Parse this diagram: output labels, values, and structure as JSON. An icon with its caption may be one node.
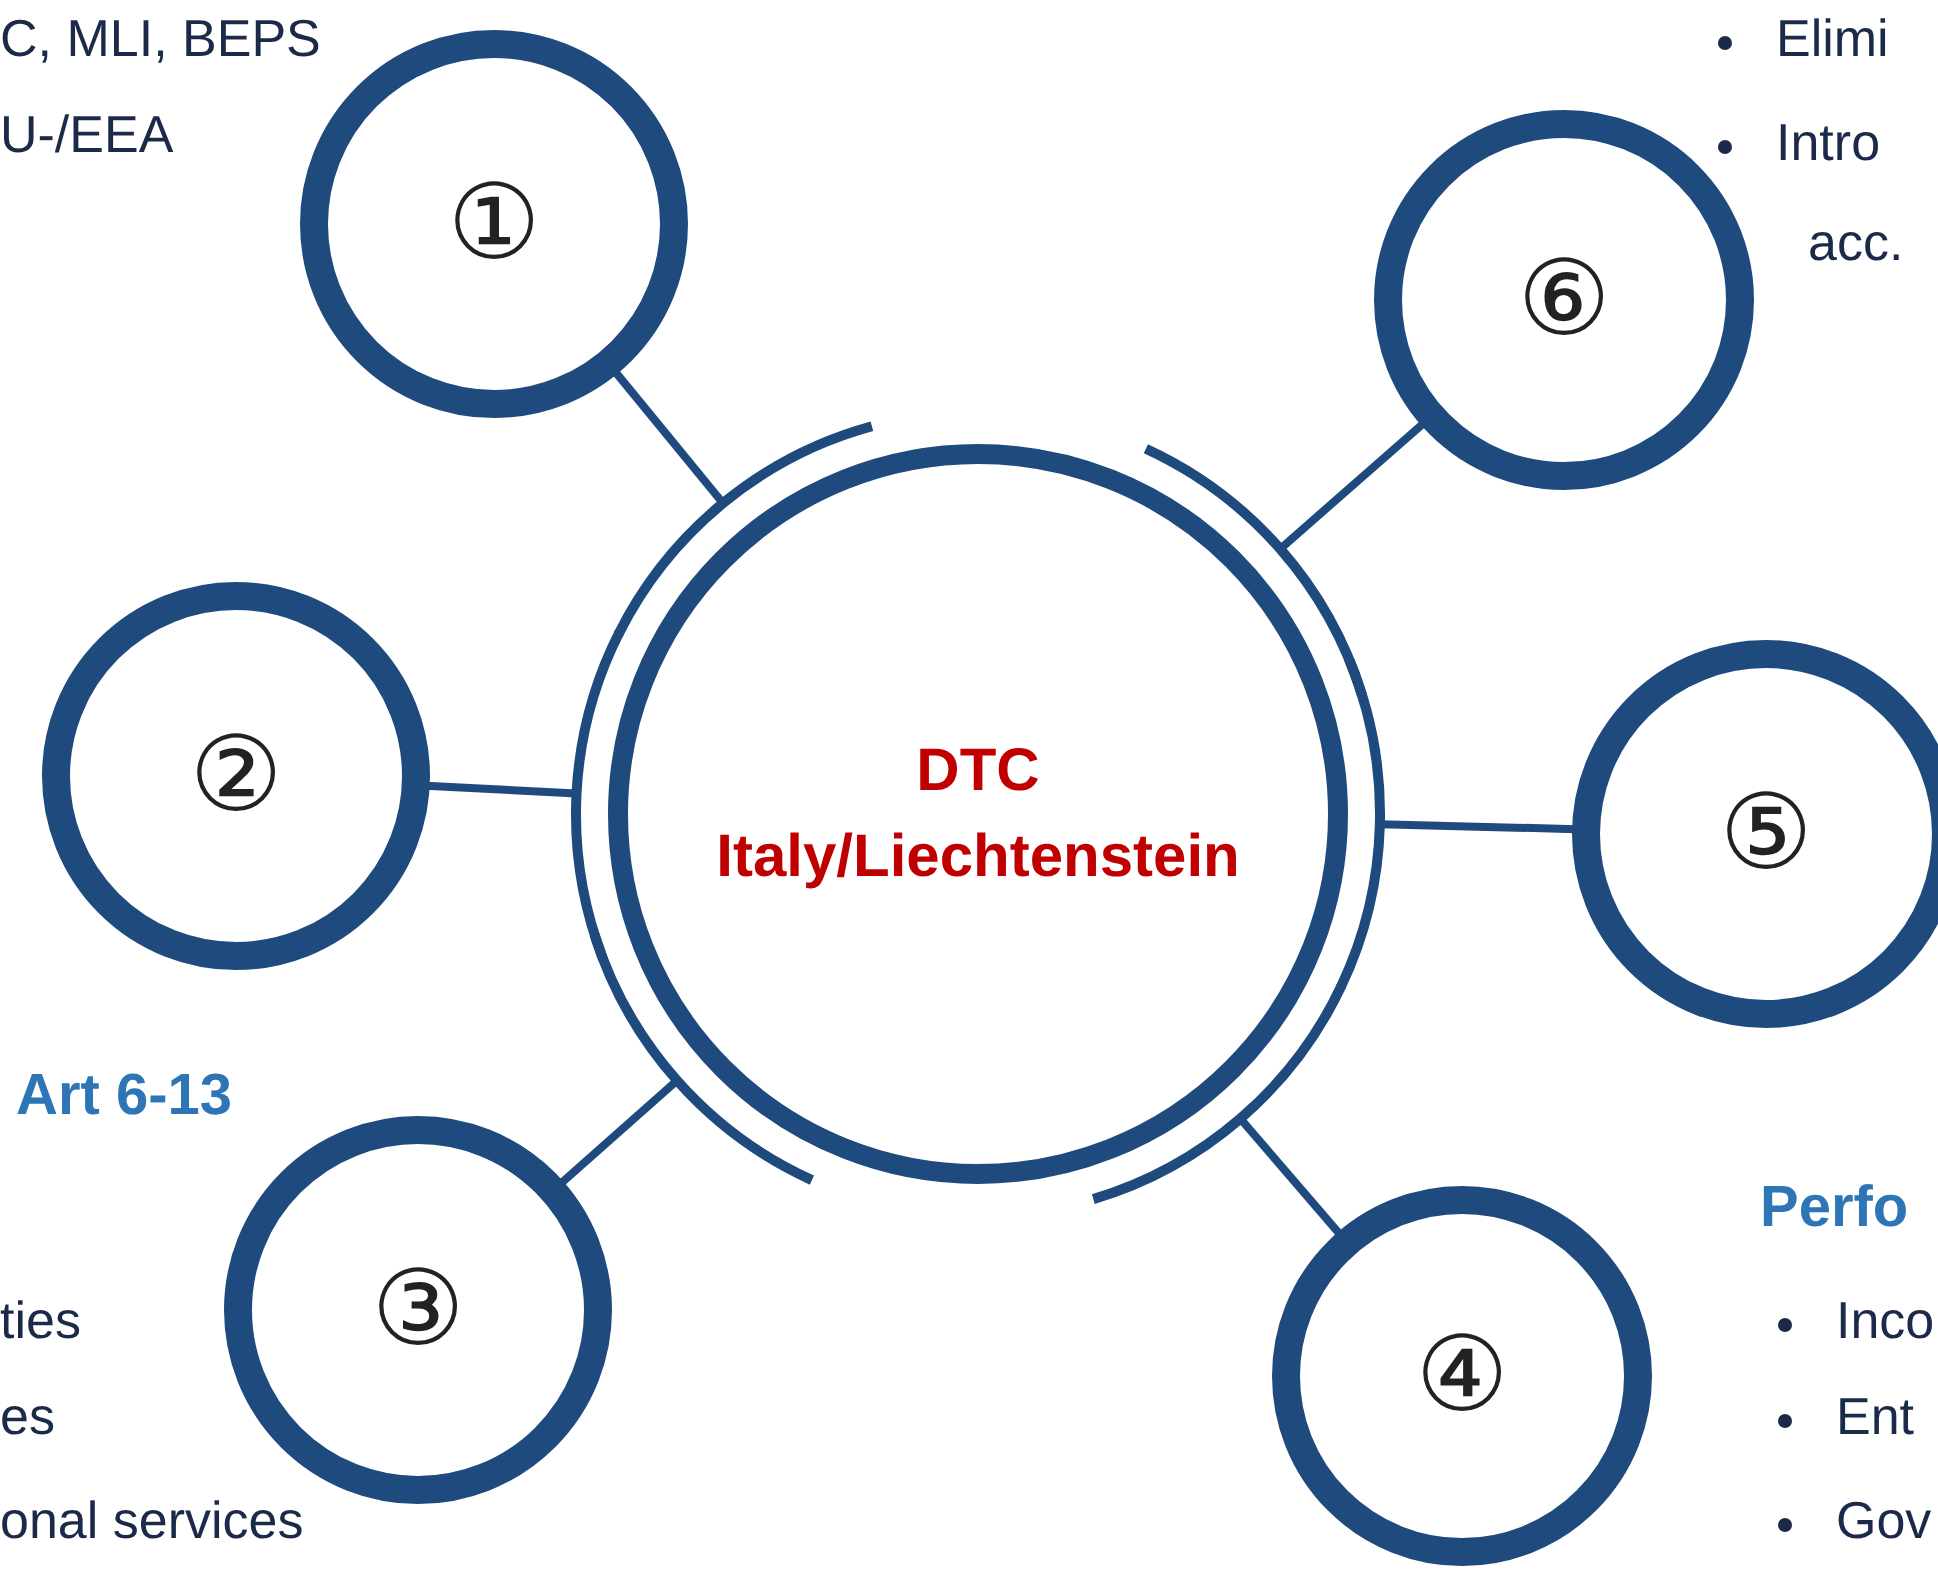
{
  "diagram": {
    "nodes": [
      {
        "text": [
          "DTC Italy/Liechtenstein"
        ]
      },
      {
        "text": [
          "①"
        ]
      },
      {
        "text": [
          "②"
        ]
      },
      {
        "text": [
          "③"
        ]
      },
      {
        "text": [
          "④"
        ]
      },
      {
        "text": [
          "⑤"
        ]
      },
      {
        "text": [
          "⑥"
        ]
      }
    ],
    "edges": [
      {
        "from": 1,
        "to": 0,
        "arrow": "none"
      },
      {
        "from": 2,
        "to": 0,
        "arrow": "none"
      },
      {
        "from": 3,
        "to": 0,
        "arrow": "none"
      },
      {
        "from": 4,
        "to": 0,
        "arrow": "none"
      },
      {
        "from": 5,
        "to": 0,
        "arrow": "none"
      },
      {
        "from": 6,
        "to": 0,
        "arrow": "none"
      }
    ],
    "labels": [
      "C, MLI, BEPS",
      "U-/EEA",
      "Elimi",
      "Intro",
      "acc.",
      "Art 6-13",
      "ties",
      "es",
      "onal services",
      "Perfo",
      "Inco",
      "Ent",
      "Gov"
    ]
  }
}
